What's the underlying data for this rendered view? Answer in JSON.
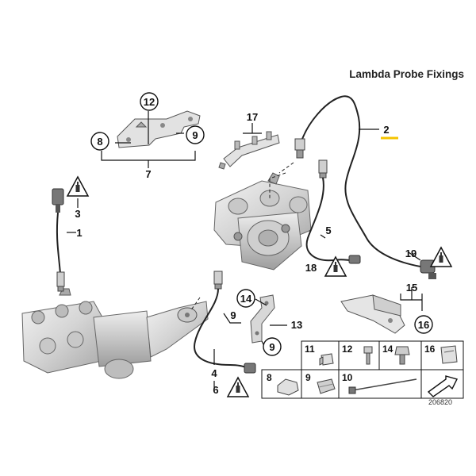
{
  "title": "Lambda Probe Fixings",
  "diagram_id": "206820",
  "colors": {
    "accent": "#f5c400",
    "part_fill": "#d9d9d9",
    "part_stroke": "#555555",
    "line": "#111111"
  },
  "callouts": [
    {
      "id": "c1",
      "label": "1",
      "style": "plain"
    },
    {
      "id": "c2",
      "label": "2",
      "style": "plain"
    },
    {
      "id": "c3",
      "label": "3",
      "style": "plain"
    },
    {
      "id": "c4",
      "label": "4",
      "style": "plain"
    },
    {
      "id": "c5",
      "label": "5",
      "style": "plain"
    },
    {
      "id": "c6",
      "label": "6",
      "style": "plain"
    },
    {
      "id": "c7",
      "label": "7",
      "style": "plain"
    },
    {
      "id": "c8",
      "label": "8",
      "style": "circle"
    },
    {
      "id": "c9a",
      "label": "9",
      "style": "circle"
    },
    {
      "id": "c12",
      "label": "12",
      "style": "circle"
    },
    {
      "id": "c13",
      "label": "13",
      "style": "plain"
    },
    {
      "id": "c14",
      "label": "14",
      "style": "circle"
    },
    {
      "id": "c9b",
      "label": "9",
      "style": "plain"
    },
    {
      "id": "c9c",
      "label": "9",
      "style": "circle"
    },
    {
      "id": "c15",
      "label": "15",
      "style": "plain"
    },
    {
      "id": "c16",
      "label": "16",
      "style": "circle"
    },
    {
      "id": "c17",
      "label": "17",
      "style": "plain"
    },
    {
      "id": "c18",
      "label": "18",
      "style": "plain"
    },
    {
      "id": "c19",
      "label": "19",
      "style": "plain"
    }
  ],
  "legend": [
    {
      "label": "11"
    },
    {
      "label": "12"
    },
    {
      "label": "14"
    },
    {
      "label": "16"
    },
    {
      "label": "8"
    },
    {
      "label": "9"
    },
    {
      "label": "10"
    }
  ],
  "icons": [
    "warning-triangle-icon",
    "arrow-icon"
  ]
}
